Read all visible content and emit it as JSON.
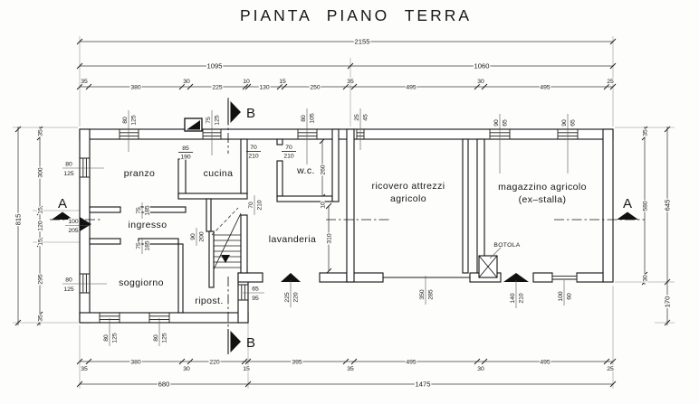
{
  "title": "PIANTA PIANO TERRA",
  "colors": {
    "ink": "#1b1b1b",
    "paper": "#fdfdfb"
  },
  "sections": {
    "a": "A",
    "b": "B"
  },
  "rooms": {
    "pranzo": "pranzo",
    "cucina": "cucina",
    "wc": "w.c.",
    "ingresso": "ingresso",
    "lavanderia": "lavanderia",
    "soggiorno": "soggiorno",
    "ripostiglio": "ripost.",
    "ricovero_line1": "ricovero attrezzi",
    "ricovero_line2": "agricolo",
    "magazzino_line1": "magazzino agricolo",
    "magazzino_line2": "(ex–stalla)",
    "botola": "BOTOLA"
  },
  "dims": {
    "top_total": "2155",
    "top_left": "1095",
    "top_right": "1060",
    "top_segments": [
      "35",
      "380",
      "30",
      "225",
      "10",
      "130",
      "15",
      "250",
      "35",
      "495",
      "30",
      "495",
      "25"
    ],
    "bottom_segments": [
      "35",
      "380",
      "30",
      "220",
      "15",
      "395",
      "35",
      "495",
      "30",
      "495",
      "25"
    ],
    "bottom_left_total": "680",
    "bottom_right_total": "1475",
    "left_total": "815",
    "left_segments": [
      "35",
      "300",
      "15",
      "120",
      "15",
      "295",
      "35"
    ],
    "right_segments": [
      "35",
      "580",
      "30"
    ],
    "right_total_upper": "645",
    "right_total_lower": "170",
    "wc_depth": "260",
    "wall_gap": "10",
    "lavanderia_depth": "310"
  },
  "fractions": {
    "f80_125": {
      "n": "80",
      "d": "125"
    },
    "f75_125": {
      "n": "75",
      "d": "125"
    },
    "f80_105": {
      "n": "80",
      "d": "105"
    },
    "f25_45": {
      "n": "25",
      "d": "45"
    },
    "f90_65": {
      "n": "90",
      "d": "65"
    },
    "f85_190": {
      "n": "85",
      "d": "190"
    },
    "f70_210": {
      "n": "70",
      "d": "210"
    },
    "f75_185": {
      "n": "75",
      "d": "185"
    },
    "f100_205": {
      "n": "100",
      "d": "205"
    },
    "f90_200": {
      "n": "90",
      "d": "200"
    },
    "f65_95": {
      "n": "65",
      "d": "95"
    },
    "f225_220": {
      "n": "225",
      "d": "220"
    },
    "f350_285": {
      "n": "350",
      "d": "285"
    },
    "f140_210": {
      "n": "140",
      "d": "210"
    },
    "f100_60": {
      "n": "100",
      "d": "60"
    }
  }
}
